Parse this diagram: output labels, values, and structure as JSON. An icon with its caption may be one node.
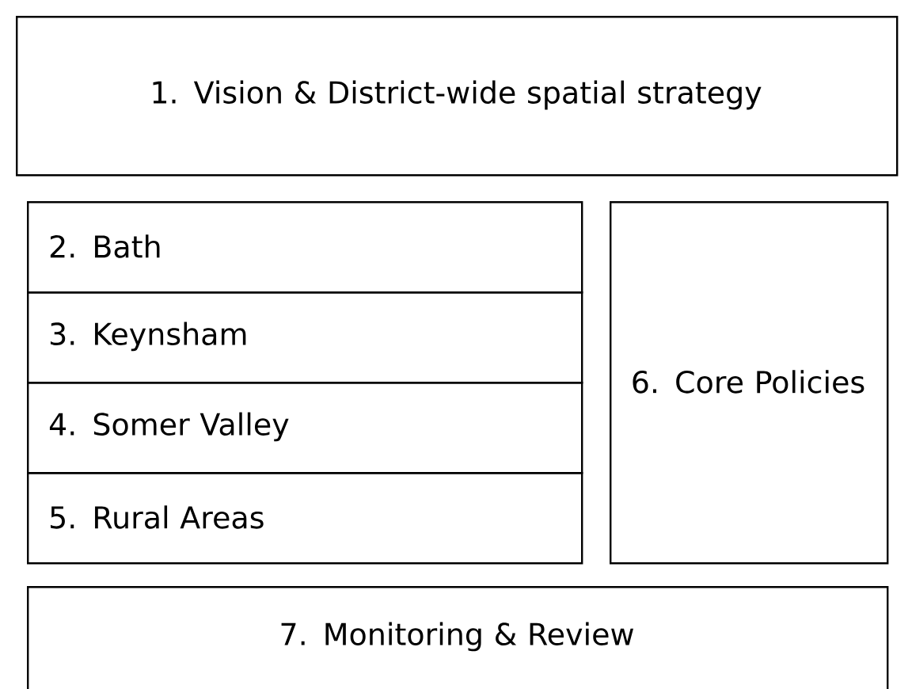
{
  "diagram": {
    "nodes": [
      {
        "text": [
          "1. Vision & District-wide spatial strategy"
        ]
      },
      {
        "text": [
          "2. Bath"
        ]
      },
      {
        "text": [
          "3. Keynsham"
        ]
      },
      {
        "text": [
          "4. Somer Valley"
        ]
      },
      {
        "text": [
          "5. Rural Areas"
        ]
      },
      {
        "text": [
          "6. Core Policies"
        ]
      },
      {
        "text": [
          "7. Monitoring & Review"
        ]
      }
    ]
  }
}
